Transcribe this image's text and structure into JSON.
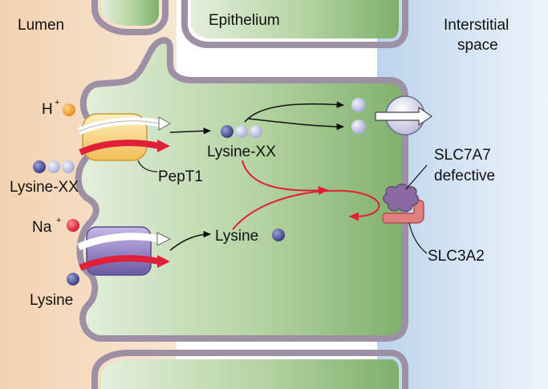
{
  "regions": {
    "lumen": "Lumen",
    "epithelium": "Epithelium",
    "interstitial_line1": "Interstitial",
    "interstitial_line2": "space"
  },
  "ions": {
    "proton": "H",
    "proton_charge": "+",
    "sodium": "Na",
    "sodium_charge": "+"
  },
  "transporters": {
    "pept1": "PepT1",
    "slc7a7_line1": "SLC7A7",
    "slc7a7_line2": "defective",
    "slc3a2": "SLC3A2"
  },
  "substrates": {
    "lysine_xx_lumen": "Lysine-XX",
    "lysine_xx_cell": "Lysine-XX",
    "lysine_lumen": "Lysine",
    "lysine_cell": "Lysine"
  },
  "colors": {
    "lumen_bg": "#f2d7b8",
    "epithelium_bg": "#9cc48a",
    "interstitial_bg": "#c9ddf0",
    "membrane": "#9d8fa4",
    "proton_dot": "#f0a030",
    "sodium_dot": "#e0283c",
    "lysine_dot": "#4a4f90",
    "pept1_body": "#f7d27a",
    "cat_body": "#8a78b8",
    "red_arrow": "#e0203a",
    "slc7a7": "#8a6aa0",
    "slc3a2": "#e08080"
  }
}
